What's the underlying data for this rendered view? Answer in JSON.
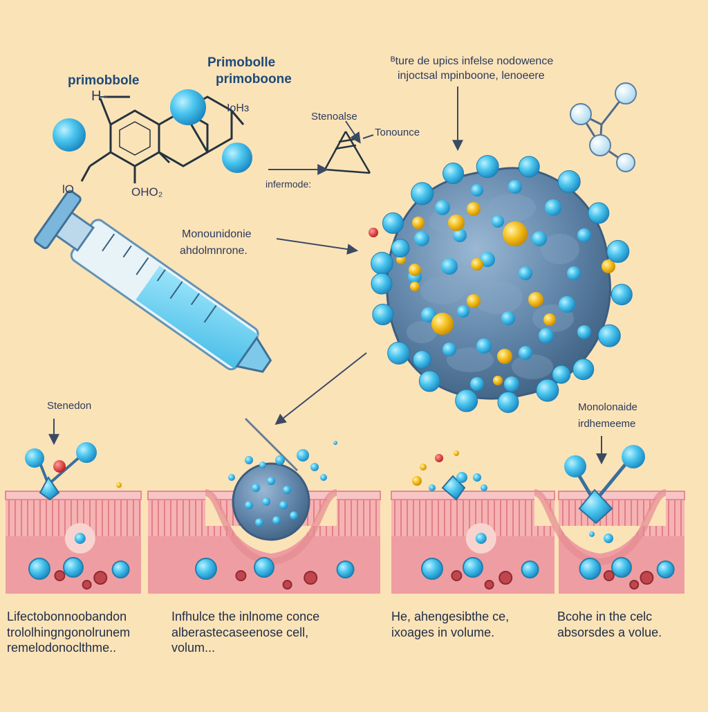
{
  "labels": {
    "compound_title_1": "primobbole",
    "compound_title_2a": "Primobolle",
    "compound_title_2b": "primoboone",
    "mol_h": "H",
    "mol_lo": "lO",
    "mol_oho2": "OHO₂",
    "mol_ch3": "IoHɜ",
    "steroid_label": "Stenoalse",
    "tonounce": "Tonounce",
    "infermode": "infermode:",
    "top_right_1": "ᴮture de upics infelse nodowence",
    "top_right_2": "injoctsal mpinboone, lenoeere",
    "mono_left_1": "Monounidonie",
    "mono_left_2": "ahdolmnrone.",
    "stenedon": "Stenedon",
    "mono_right_1": "Monolonaide",
    "mono_right_2": "irdhemeeme"
  },
  "captions": [
    [
      "Lifectobonnoobandon",
      "trololhingngonolrunem",
      "remelodonoclthme.."
    ],
    [
      "Infhulce the inlnome conce",
      "alberastecaseenose cell,",
      "volum..."
    ],
    [
      "He, ahengesibthe ce,",
      "ixoages in volume."
    ],
    [
      "Bcohe in the celc",
      "absorsdes a volue."
    ]
  ],
  "colors": {
    "background": "#fbe3b8",
    "molecule_blue": "#3bbde8",
    "cell_body": "#5f84a8",
    "receptor_yellow": "#f2b81f",
    "tissue_pink": "#ef9a9e",
    "text_dark": "#2a3a5c"
  },
  "icons": [
    "syringe-icon",
    "virus-cell-icon",
    "molecule-icon",
    "tissue-layer-icon",
    "arrow-icon"
  ]
}
